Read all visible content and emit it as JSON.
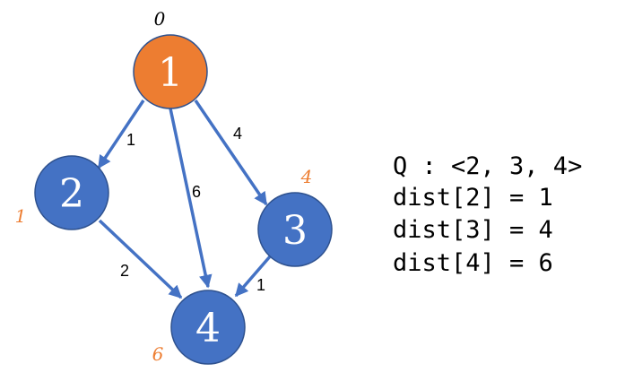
{
  "colors": {
    "start_node": "#ED7D31",
    "node": "#4472C4",
    "node_stroke": "#2F528F",
    "edge": "#4472C4",
    "dist_start": "#000000",
    "dist_other": "#ED7D31"
  },
  "nodes": [
    {
      "id": "1",
      "label": "1",
      "dist": "0",
      "start": true
    },
    {
      "id": "2",
      "label": "2",
      "dist": "1",
      "start": false
    },
    {
      "id": "3",
      "label": "3",
      "dist": "4",
      "start": false
    },
    {
      "id": "4",
      "label": "4",
      "dist": "6",
      "start": false
    }
  ],
  "edges": [
    {
      "from": "1",
      "to": "2",
      "weight": "1"
    },
    {
      "from": "1",
      "to": "4",
      "weight": "6"
    },
    {
      "from": "1",
      "to": "3",
      "weight": "4"
    },
    {
      "from": "2",
      "to": "4",
      "weight": "2"
    },
    {
      "from": "3",
      "to": "4",
      "weight": "1"
    }
  ],
  "state": {
    "queue": "Q : <2, 3, 4>",
    "dist_lines": [
      "dist[2] = 1",
      "dist[3] = 4",
      "dist[4] = 6"
    ]
  }
}
